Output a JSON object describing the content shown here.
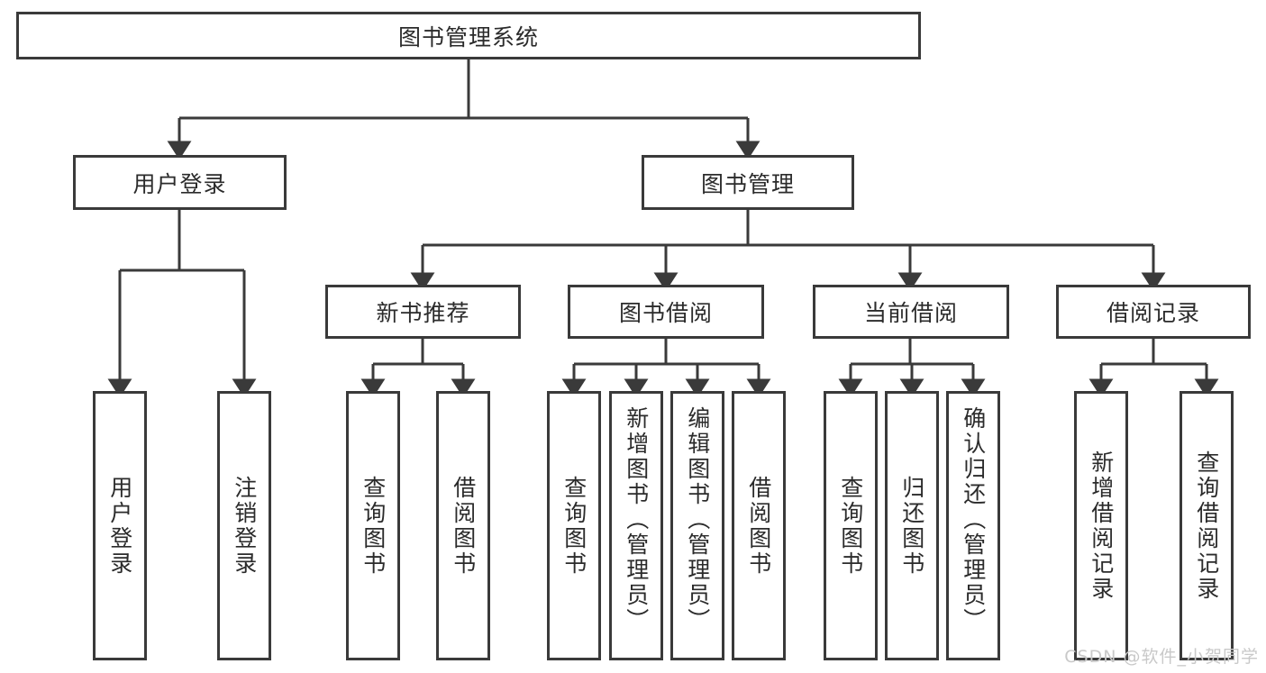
{
  "diagram": {
    "title": "图书管理系统",
    "type": "tree-hierarchy-chart",
    "root": {
      "label": "图书管理系统"
    },
    "level2": [
      {
        "label": "用户登录"
      },
      {
        "label": "图书管理"
      }
    ],
    "level3": [
      {
        "label": "新书推荐"
      },
      {
        "label": "图书借阅"
      },
      {
        "label": "当前借阅"
      },
      {
        "label": "借阅记录"
      }
    ],
    "leaves": {
      "user_login": [
        {
          "label": "用户登录"
        },
        {
          "label": "注销登录"
        }
      ],
      "new_book_recommend": [
        {
          "label": "查询图书"
        },
        {
          "label": "借阅图书"
        }
      ],
      "book_borrow": [
        {
          "label": "查询图书"
        },
        {
          "label": "新增图书（管理员）"
        },
        {
          "label": "编辑图书（管理员）"
        },
        {
          "label": "借阅图书"
        }
      ],
      "current_borrow": [
        {
          "label": "查询图书"
        },
        {
          "label": "归还图书"
        },
        {
          "label": "确认归还（管理员）"
        }
      ],
      "borrow_records": [
        {
          "label": "新增借阅记录"
        },
        {
          "label": "查询借阅记录"
        }
      ]
    }
  },
  "watermark": {
    "text": "CSDN @软件_小贺同学"
  },
  "colors": {
    "stroke": "#3a3a3a",
    "text": "#2b2b2b",
    "background": "#ffffff",
    "watermark": "#c9c9c9"
  }
}
